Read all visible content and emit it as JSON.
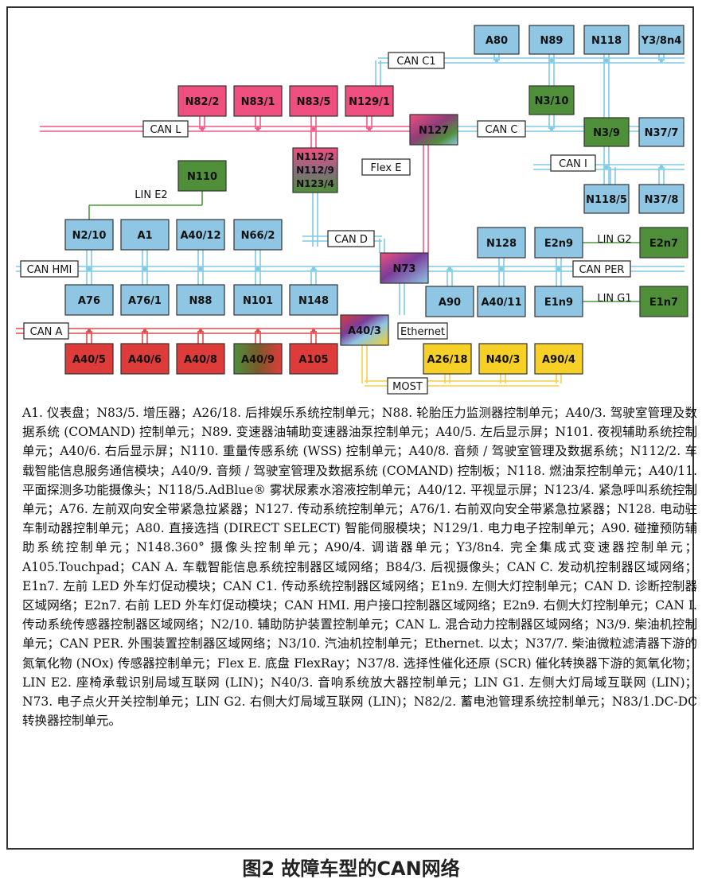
{
  "colors": {
    "blue": "#8ec6e4",
    "pink": "#ef4f7e",
    "green": "#4f8f3a",
    "red": "#de3b3b",
    "yellow": "#f6cf27",
    "bus_blue": "#7fc9e6",
    "bus_pink": "#ee5a86",
    "bus_red": "#e24a4a",
    "bus_yellow": "#f3d04a",
    "bus_green": "#4c9a3c"
  },
  "nodes": {
    "A80": {
      "label": "A80",
      "color": "blue"
    },
    "N89": {
      "label": "N89",
      "color": "blue"
    },
    "N118": {
      "label": "N118",
      "color": "blue"
    },
    "Y3_8n4": {
      "label": "Y3/8n4",
      "color": "blue"
    },
    "N3_10": {
      "label": "N3/10",
      "color": "green"
    },
    "N3_9": {
      "label": "N3/9",
      "color": "green"
    },
    "N37_7": {
      "label": "N37/7",
      "color": "blue"
    },
    "N118_5": {
      "label": "N118/5",
      "color": "blue"
    },
    "N37_8": {
      "label": "N37/8",
      "color": "blue"
    },
    "N82_2": {
      "label": "N82/2",
      "color": "pink"
    },
    "N83_1": {
      "label": "N83/1",
      "color": "pink"
    },
    "N83_5": {
      "label": "N83/5",
      "color": "pink"
    },
    "N129_1": {
      "label": "N129/1",
      "color": "pink"
    },
    "N127": {
      "label": "N127",
      "color": "multi1"
    },
    "N110": {
      "label": "N110",
      "color": "green"
    },
    "N112": {
      "label_lines": [
        "N112/2",
        "N112/9",
        "N123/4"
      ],
      "color": "multi2"
    },
    "N2_10": {
      "label": "N2/10",
      "color": "blue"
    },
    "A1": {
      "label": "A1",
      "color": "blue"
    },
    "A40_12": {
      "label": "A40/12",
      "color": "blue"
    },
    "N66_2": {
      "label": "N66/2",
      "color": "blue"
    },
    "N128": {
      "label": "N128",
      "color": "blue"
    },
    "E2n9": {
      "label": "E2n9",
      "color": "blue"
    },
    "E2n7": {
      "label": "E2n7",
      "color": "green"
    },
    "N73": {
      "label": "N73",
      "color": "multi3"
    },
    "A76": {
      "label": "A76",
      "color": "blue"
    },
    "A76_1": {
      "label": "A76/1",
      "color": "blue"
    },
    "N88": {
      "label": "N88",
      "color": "blue"
    },
    "N101": {
      "label": "N101",
      "color": "blue"
    },
    "N148": {
      "label": "N148",
      "color": "blue"
    },
    "A90": {
      "label": "A90",
      "color": "blue"
    },
    "A40_11": {
      "label": "A40/11",
      "color": "blue"
    },
    "E1n9": {
      "label": "E1n9",
      "color": "blue"
    },
    "E1n7": {
      "label": "E1n7",
      "color": "green"
    },
    "A40_3": {
      "label": "A40/3",
      "color": "multi4"
    },
    "A40_5": {
      "label": "A40/5",
      "color": "red"
    },
    "A40_6": {
      "label": "A40/6",
      "color": "red"
    },
    "A40_8": {
      "label": "A40/8",
      "color": "red"
    },
    "A40_9": {
      "label": "A40/9",
      "color": "multi5"
    },
    "A105": {
      "label": "A105",
      "color": "red"
    },
    "A26_18": {
      "label": "A26/18",
      "color": "yellow"
    },
    "N40_3": {
      "label": "N40/3",
      "color": "yellow"
    },
    "A90_4": {
      "label": "A90/4",
      "color": "yellow"
    }
  },
  "bus_labels": {
    "can_c1": "CAN C1",
    "can_l": "CAN L",
    "can_c": "CAN C",
    "flex_e": "Flex E",
    "can_i": "CAN I",
    "lin_e2": "LIN E2",
    "can_d": "CAN D",
    "lin_g2": "LIN G2",
    "can_hmi": "CAN HMI",
    "can_per": "CAN PER",
    "lin_g1": "LIN G1",
    "can_a": "CAN A",
    "ethernet": "Ethernet",
    "most": "MOST"
  },
  "legend_text": "A1. 仪表盘；N83/5. 增压器；A26/18. 后排娱乐系统控制单元；N88. 轮胎压力监测器控制单元；A40/3. 驾驶室管理及数据系统 (COMAND) 控制单元；N89. 变速器油辅助变速器油泵控制单元；A40/5. 左后显示屏；N101. 夜视辅助系统控制单元；A40/6. 右后显示屏；N110. 重量传感系统 (WSS) 控制单元；A40/8. 音频 / 驾驶室管理及数据系统；N112/2. 车载智能信息服务通信模块；A40/9. 音频 / 驾驶室管理及数据系统 (COMAND) 控制板；N118. 燃油泵控制单元；A40/11. 平面探测多功能摄像头；N118/5.AdBlue® 雾状尿素水溶液控制单元；A40/12. 平视显示屏；N123/4. 紧急呼叫系统控制单元；A76. 左前双向安全带紧急拉紧器；N127. 传动系统控制单元；A76/1. 右前双向安全带紧急拉紧器；N128. 电动驻车制动器控制单元；A80. 直接选挡 (DIRECT SELECT) 智能伺服模块；N129/1. 电力电子控制单元；A90. 碰撞预防辅助系统控制单元；N148.360° 摄像头控制单元；A90/4. 调谐器单元；Y3/8n4. 完全集成式变速器控制单元；A105.Touchpad；CAN A. 车载智能信息系统控制器区域网络；B84/3. 后视摄像头；CAN C. 发动机控制器区域网络；E1n7. 左前 LED 外车灯促动模块；CAN C1. 传动系统控制器区域网络；E1n9. 左侧大灯控制单元；CAN D. 诊断控制器区域网络；E2n7. 右前 LED 外车灯促动模块；CAN HMI. 用户接口控制器区域网络；E2n9. 右侧大灯控制单元；CAN I. 传动系统传感器控制器区域网络；N2/10. 辅助防护装置控制单元；CAN L. 混合动力控制器区域网络；N3/9. 柴油机控制单元；CAN PER. 外围装置控制器区域网络；N3/10. 汽油机控制单元；Ethernet. 以太；N37/7. 柴油微粒滤清器下游的氮氧化物 (NOx) 传感器控制单元；Flex E. 底盘 FlexRay；N37/8. 选择性催化还原 (SCR) 催化转换器下游的氮氧化物；LIN E2. 座椅承载识别局域互联网 (LIN)；N40/3. 音响系统放大器控制单元；LIN G1. 左侧大灯局域互联网 (LIN)；N73. 电子点火开关控制单元；LIN G2. 右侧大灯局域互联网 (LIN)；N82/2. 蓄电池管理系统控制单元；N83/1.DC-DC 转换器控制单元。",
  "caption": "图2 故障车型的CAN网络"
}
